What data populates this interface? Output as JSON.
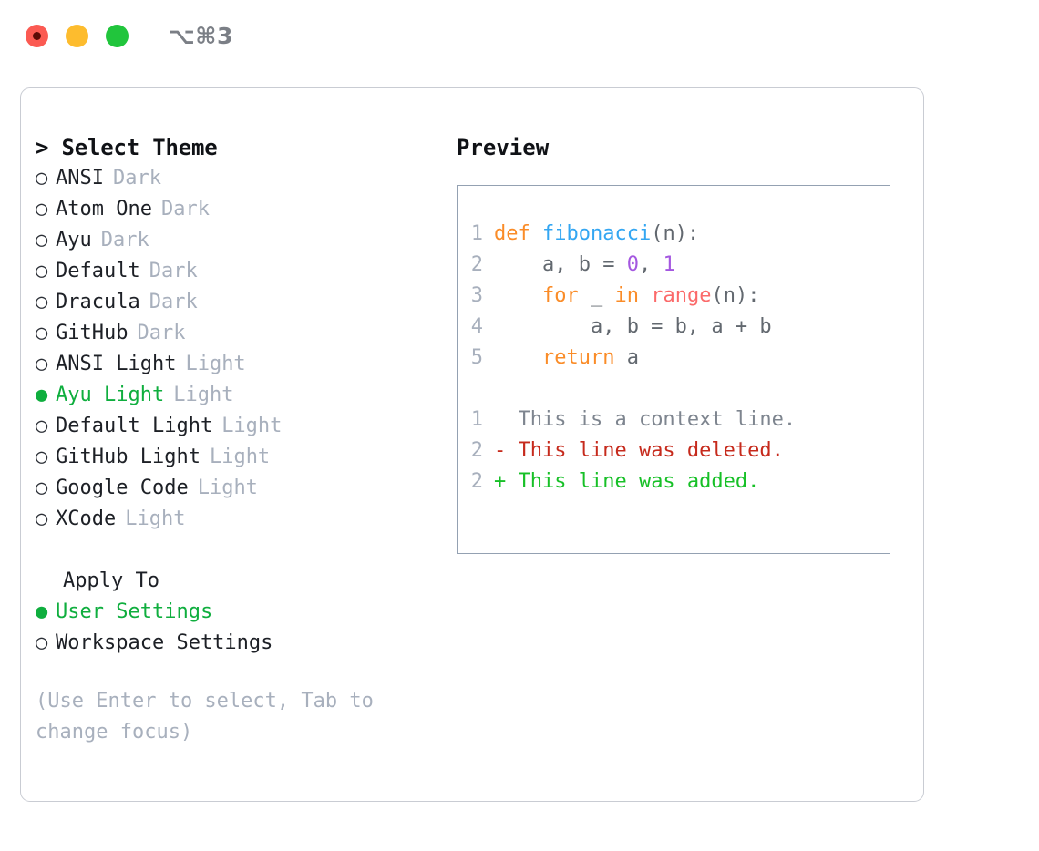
{
  "window": {
    "shortcut_label": "⌥⌘3",
    "traffic_lights": [
      {
        "name": "close",
        "color": "#fb5a52"
      },
      {
        "name": "minimize",
        "color": "#fdbc2e"
      },
      {
        "name": "maximize",
        "color": "#21c53c"
      }
    ]
  },
  "theme_picker": {
    "header": "> Select Theme",
    "items": [
      {
        "bullet": "○",
        "label": "ANSI",
        "kind": "Dark",
        "selected": false
      },
      {
        "bullet": "○",
        "label": "Atom One",
        "kind": "Dark",
        "selected": false
      },
      {
        "bullet": "○",
        "label": "Ayu",
        "kind": "Dark",
        "selected": false
      },
      {
        "bullet": "○",
        "label": "Default",
        "kind": "Dark",
        "selected": false
      },
      {
        "bullet": "○",
        "label": "Dracula",
        "kind": "Dark",
        "selected": false
      },
      {
        "bullet": "○",
        "label": "GitHub",
        "kind": "Dark",
        "selected": false
      },
      {
        "bullet": "○",
        "label": "ANSI Light",
        "kind": "Light",
        "selected": false
      },
      {
        "bullet": "●",
        "label": "Ayu Light",
        "kind": "Light",
        "selected": true
      },
      {
        "bullet": "○",
        "label": "Default Light",
        "kind": "Light",
        "selected": false
      },
      {
        "bullet": "○",
        "label": "GitHub Light",
        "kind": "Light",
        "selected": false
      },
      {
        "bullet": "○",
        "label": "Google Code",
        "kind": "Light",
        "selected": false
      },
      {
        "bullet": "○",
        "label": "XCode",
        "kind": "Light",
        "selected": false
      }
    ]
  },
  "apply_to": {
    "header": "Apply To",
    "items": [
      {
        "bullet": "●",
        "label": "User Settings",
        "selected": true
      },
      {
        "bullet": "○",
        "label": "Workspace Settings",
        "selected": false
      }
    ]
  },
  "hint": "(Use Enter to select, Tab to change focus)",
  "preview": {
    "title": "Preview",
    "code_lines": [
      {
        "no": "1",
        "tokens": [
          {
            "t": "def ",
            "c": "kw"
          },
          {
            "t": "fibonacci",
            "c": "fn"
          },
          {
            "t": "(n):",
            "c": "punc"
          }
        ]
      },
      {
        "no": "2",
        "tokens": [
          {
            "t": "    a, b = ",
            "c": "txt"
          },
          {
            "t": "0",
            "c": "num"
          },
          {
            "t": ", ",
            "c": "txt"
          },
          {
            "t": "1",
            "c": "num"
          }
        ]
      },
      {
        "no": "3",
        "tokens": [
          {
            "t": "    ",
            "c": "txt"
          },
          {
            "t": "for",
            "c": "kw"
          },
          {
            "t": " _ ",
            "c": "txt"
          },
          {
            "t": "in",
            "c": "kw"
          },
          {
            "t": " ",
            "c": "txt"
          },
          {
            "t": "range",
            "c": "bi"
          },
          {
            "t": "(n):",
            "c": "punc"
          }
        ]
      },
      {
        "no": "4",
        "tokens": [
          {
            "t": "        a, b = b, a + b",
            "c": "txt"
          }
        ]
      },
      {
        "no": "5",
        "tokens": [
          {
            "t": "    ",
            "c": "txt"
          },
          {
            "t": "return",
            "c": "kw"
          },
          {
            "t": " a",
            "c": "txt"
          }
        ]
      }
    ],
    "diff_lines": [
      {
        "no": "1",
        "marker": " ",
        "text": " This is a context line.",
        "kind": "ctx"
      },
      {
        "no": "2",
        "marker": "-",
        "text": " This line was deleted.",
        "kind": "del"
      },
      {
        "no": "2",
        "marker": "+",
        "text": " This line was added.",
        "kind": "add"
      }
    ]
  },
  "colors": {
    "accent_green": "#0fae3e",
    "muted": "#a8b0bd",
    "keyword_orange": "#fa8c28",
    "function_blue": "#33a6f2",
    "number_purple": "#a457e0",
    "builtin_red": "#fb6a6a",
    "diff_delete": "#c62a1c",
    "diff_add": "#17c027",
    "panel_border": "#c9ccd3",
    "preview_border": "#94a1b2"
  }
}
